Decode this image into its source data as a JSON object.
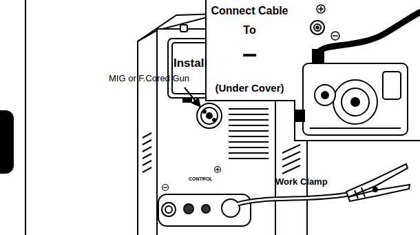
{
  "diagram": {
    "nodes": [
      {
        "text": [
          "Connect Cable To",
          "–",
          "(Under Cover)"
        ]
      }
    ],
    "labels": [
      "Install",
      "MIG or F.Cored Gun",
      "CONTROL",
      "Work Clamp"
    ]
  }
}
